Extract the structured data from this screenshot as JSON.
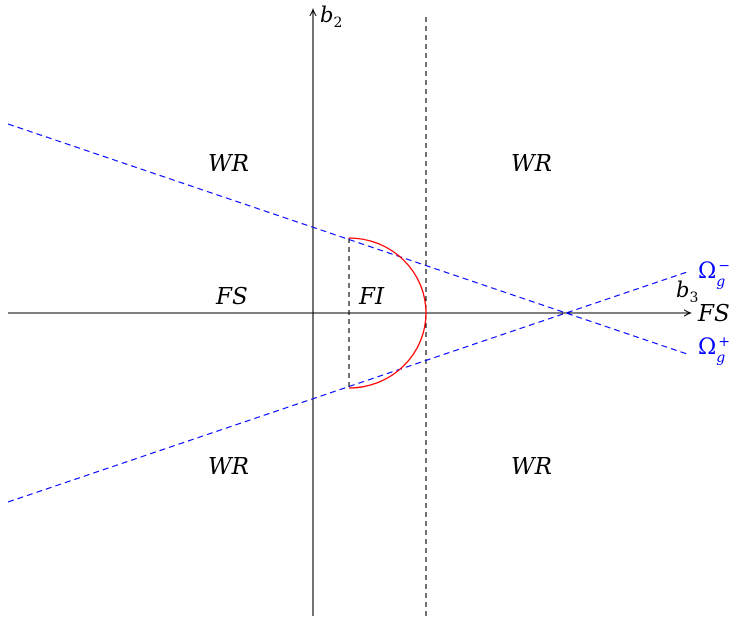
{
  "axes": {
    "x_label": "b",
    "x_label_sub": "3",
    "y_label": "b",
    "y_label_sub": "2"
  },
  "regions": {
    "wr_top_left": "WR",
    "wr_top_right": "WR",
    "wr_bottom_left": "WR",
    "wr_bottom_right": "WR",
    "fs_left": "FS",
    "fs_right": "FS",
    "fi": "FI"
  },
  "curves": {
    "omega_minus": {
      "symbol": "Ω",
      "sub": "g",
      "sup": "−"
    },
    "omega_plus": {
      "symbol": "Ω",
      "sub": "g",
      "sup": "+"
    }
  },
  "colors": {
    "axis": "#000000",
    "dashed_lines": "#0000ff",
    "arc": "#ff0000",
    "vertical_dashed": "#000000",
    "omega_labels": "#0000ff"
  }
}
